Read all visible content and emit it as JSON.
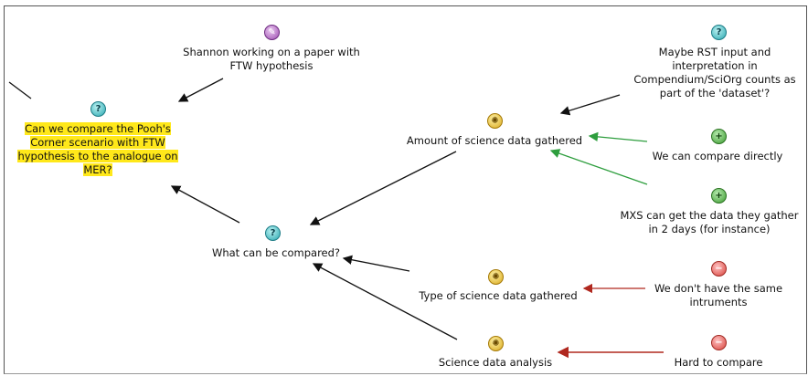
{
  "nodes": {
    "shannon": {
      "icon": "note-icon",
      "lines": [
        "Shannon working on a paper with",
        "FTW hypothesis"
      ]
    },
    "pooh": {
      "icon": "question-icon",
      "lines": [
        "Can we compare the Pooh's",
        "Corner scenario with FTW",
        "hypothesis to the analogue on",
        "MER?"
      ]
    },
    "what": {
      "icon": "question-icon",
      "lines": [
        "What can be compared?"
      ]
    },
    "amount": {
      "icon": "idea-icon",
      "lines": [
        "Amount of science data gathered"
      ]
    },
    "maybe": {
      "icon": "question-icon",
      "lines": [
        "Maybe RST input and",
        "interpretation in",
        "Compendium/SciOrg counts as",
        "part of the 'dataset'?"
      ]
    },
    "direct": {
      "icon": "plus-icon",
      "lines": [
        "We can compare directly"
      ]
    },
    "mxs": {
      "icon": "plus-icon",
      "lines": [
        "MXS can get the data they gather",
        "in 2 days (for instance)"
      ]
    },
    "type": {
      "icon": "idea-icon",
      "lines": [
        "Type of science data gathered"
      ]
    },
    "same": {
      "icon": "minus-icon",
      "lines": [
        "We don't have the same",
        "intruments"
      ]
    },
    "analysis": {
      "icon": "idea-icon",
      "lines": [
        "Science data analysis"
      ]
    },
    "hard": {
      "icon": "minus-icon",
      "lines": [
        "Hard to compare"
      ]
    }
  },
  "icon_glyphs": {
    "question": "?",
    "idea": "✺",
    "plus": "+",
    "minus": "−",
    "note": "✎"
  },
  "colors": {
    "highlight": "#ffe81a",
    "pro_link": "#2e9e3e",
    "con_link": "#b0281f",
    "link": "#111111"
  }
}
